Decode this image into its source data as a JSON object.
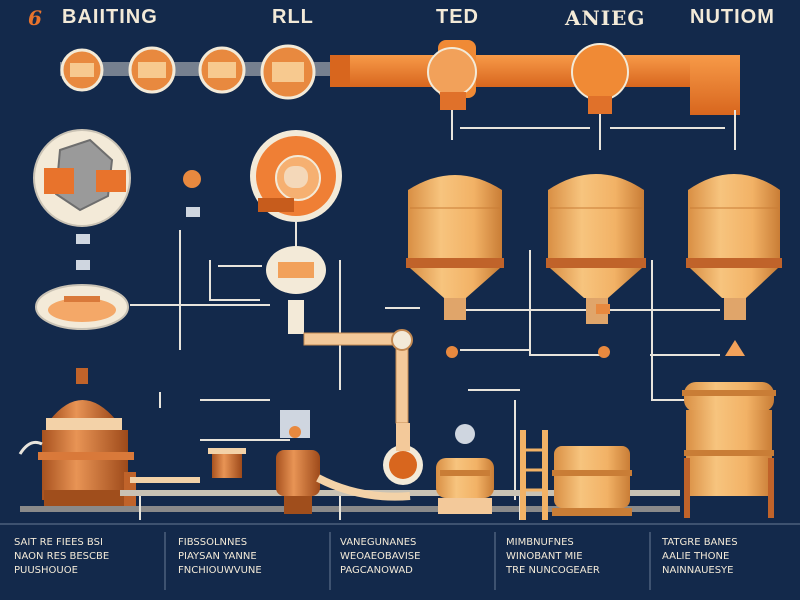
{
  "header": {
    "logo_glyph": "6",
    "title_1": "BAIITING",
    "title_2": "RLL",
    "title_3": "TED",
    "title_4": "ANIEG",
    "title_5": "NUTIOM"
  },
  "colors": {
    "background": "#13294b",
    "copper": "#d9793a",
    "tank": "#f2b266",
    "pipe_orange": "#f07d2a",
    "line": "#e8e4dc"
  },
  "legend": {
    "col1": [
      "SAIT RE FIEES BSI",
      "NAON RES BESCBE",
      "PUUSHOUOE"
    ],
    "col2": [
      "FIBSSOLNNES",
      "PIAYSAN YANNE",
      "FNCHIOUWVUNE"
    ],
    "col3": [
      "VANEGUNANES",
      "WEOAEOBAVISE",
      "PAGCANOWAD"
    ],
    "col4": [
      "MIMBNUFNES",
      "WINOBANT MIE",
      "TRE NUNCOGEAER"
    ],
    "col5": [
      "TATGRE BANES",
      "AALIE THONE",
      "NAINNAUESYE"
    ]
  }
}
